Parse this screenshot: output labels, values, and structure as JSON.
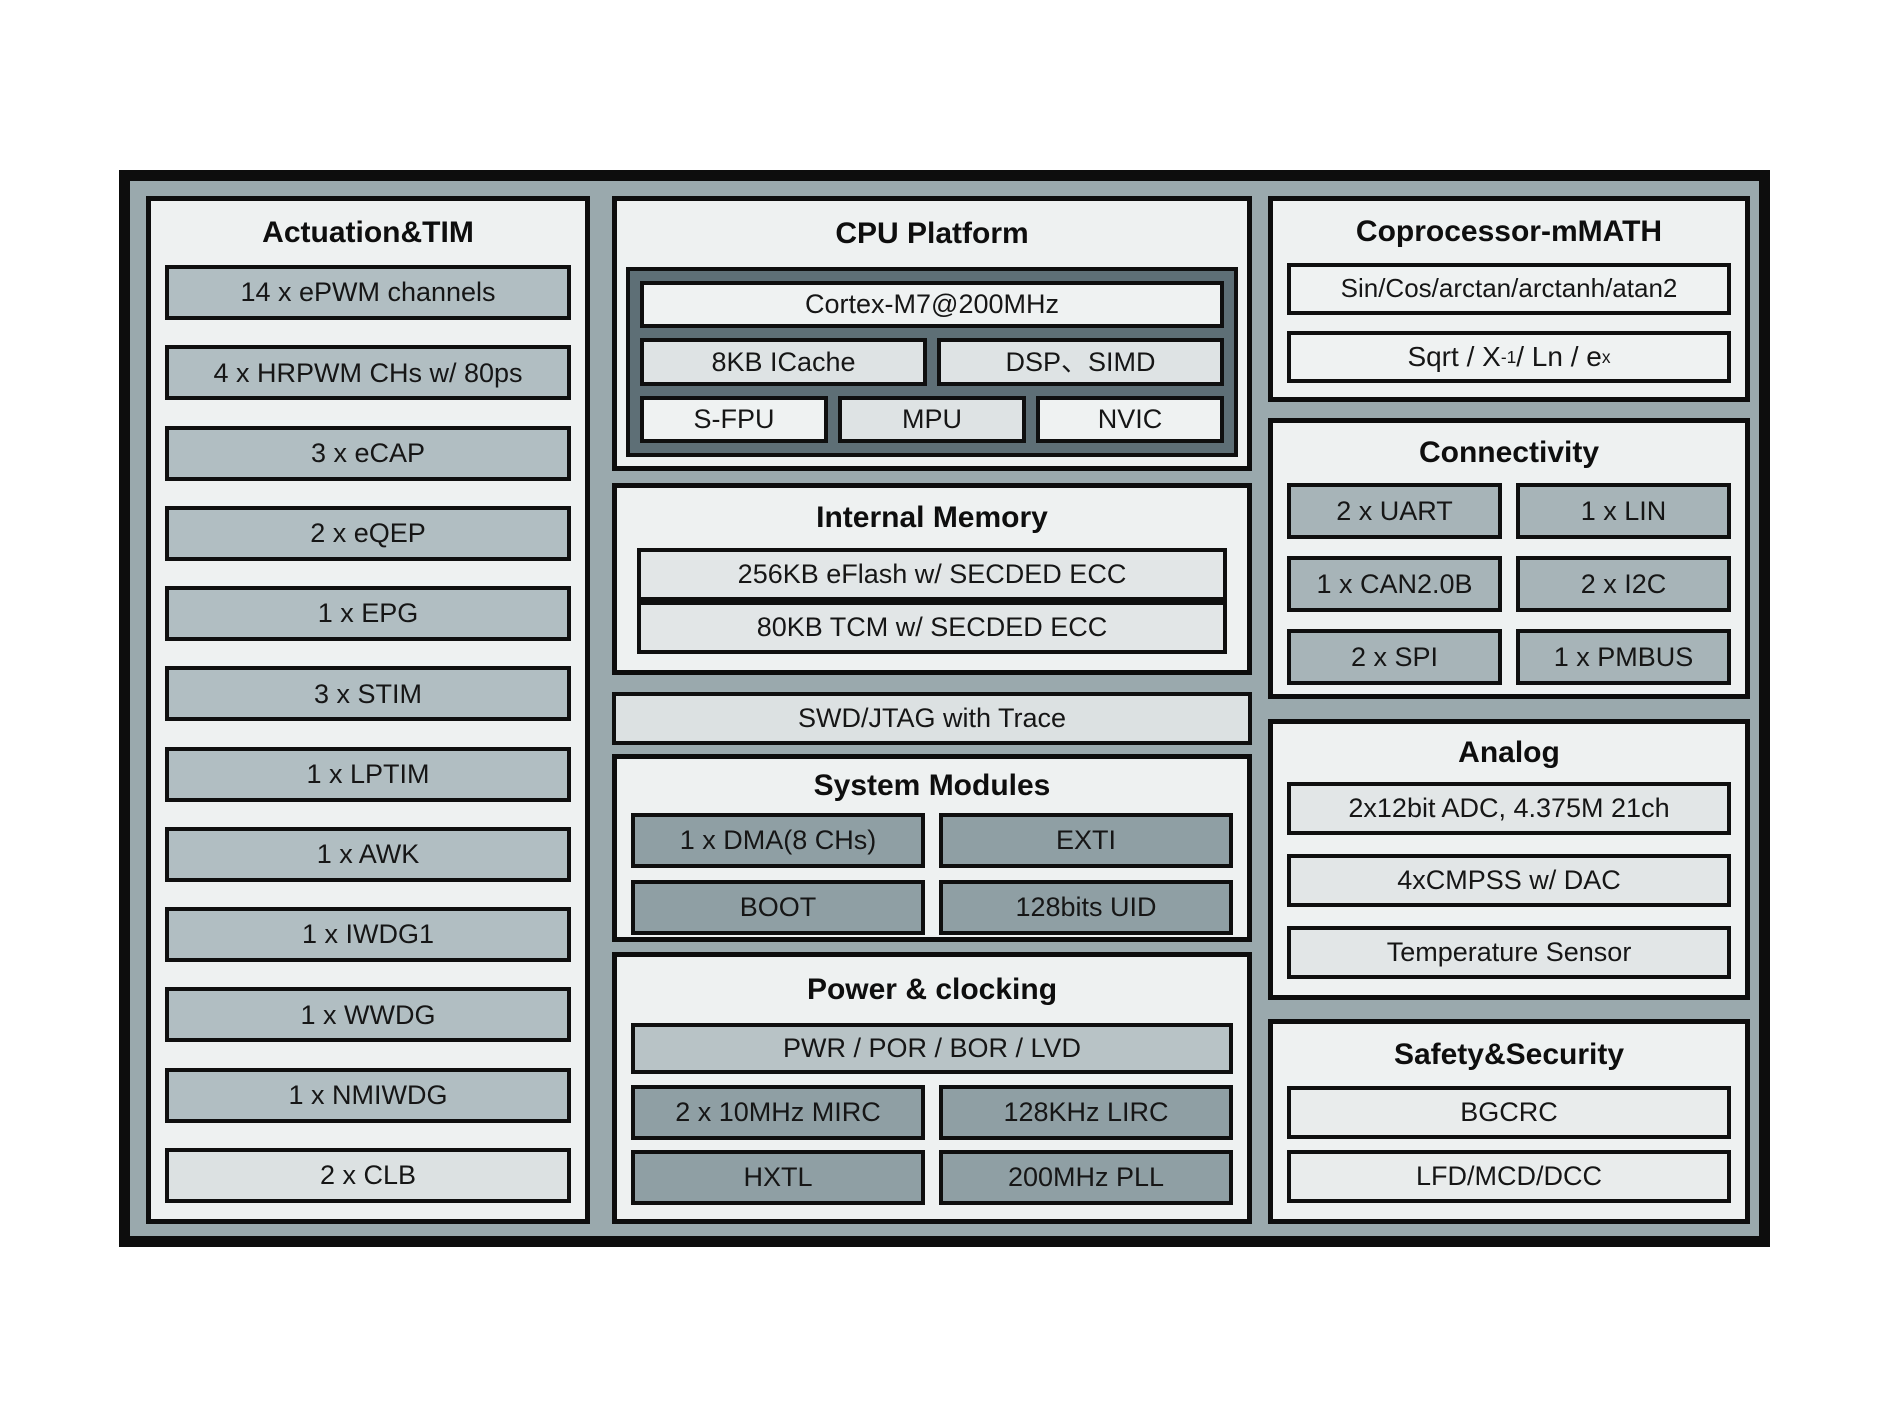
{
  "palette": {
    "outer_fill": "#9aa9ad",
    "panel_fill": "#eef1f1",
    "border_black": "#0d0d0d",
    "item_medium_gray": "#b1bec2",
    "item_dark_gray": "#8f9fa4",
    "item_connectivity_gray": "#a7b4b8",
    "item_light_gray": "#e2e6e7",
    "cpu_cluster_fill": "#5e6f76",
    "pwr_bar_fill": "#b8c3c6"
  },
  "left_panel": {
    "title": "Actuation&TIM",
    "items": [
      "14 x ePWM channels",
      "4 x HRPWM CHs w/ 80ps",
      "3 x eCAP",
      "2 x eQEP",
      "1 x EPG",
      "3 x STIM",
      "1 x LPTIM",
      "1 x AWK",
      "1 x IWDG1",
      "1 x WWDG",
      "1 x NMIWDG",
      "2 x CLB"
    ]
  },
  "cpu_panel": {
    "title": "CPU Platform",
    "core": "Cortex-M7@200MHz",
    "row2": [
      "8KB ICache",
      "DSP、SIMD"
    ],
    "row3": [
      "S-FPU",
      "MPU",
      "NVIC"
    ]
  },
  "memory_panel": {
    "title": "Internal Memory",
    "items": [
      "256KB eFlash w/ SECDED ECC",
      "80KB TCM w/ SECDED ECC"
    ]
  },
  "debug_bar": {
    "label": "SWD/JTAG with Trace"
  },
  "system_panel": {
    "title": "System Modules",
    "items": [
      "1 x DMA(8 CHs)",
      "EXTI",
      "BOOT",
      "128bits UID"
    ]
  },
  "power_panel": {
    "title": "Power & clocking",
    "wide_item": "PWR / POR / BOR / LVD",
    "items": [
      "2 x 10MHz MIRC",
      "128KHz LIRC",
      "HXTL",
      "200MHz PLL"
    ]
  },
  "coprocessor_panel": {
    "title": "Coprocessor-mMATH",
    "item1": "Sin/Cos/arctan/arctanh/atan2",
    "item2": {
      "base1": "Sqrt / X",
      "sup1": "-1",
      "base2": " / Ln / e",
      "sup2": "x"
    }
  },
  "connectivity_panel": {
    "title": "Connectivity",
    "items": [
      "2 x UART",
      "1 x LIN",
      "1 x CAN2.0B",
      "2 x I2C",
      "2 x SPI",
      "1 x PMBUS"
    ]
  },
  "analog_panel": {
    "title": "Analog",
    "items": [
      "2x12bit ADC, 4.375M 21ch",
      "4xCMPSS w/ DAC",
      "Temperature Sensor"
    ]
  },
  "safety_panel": {
    "title": "Safety&Security",
    "items": [
      "BGCRC",
      "LFD/MCD/DCC"
    ]
  }
}
